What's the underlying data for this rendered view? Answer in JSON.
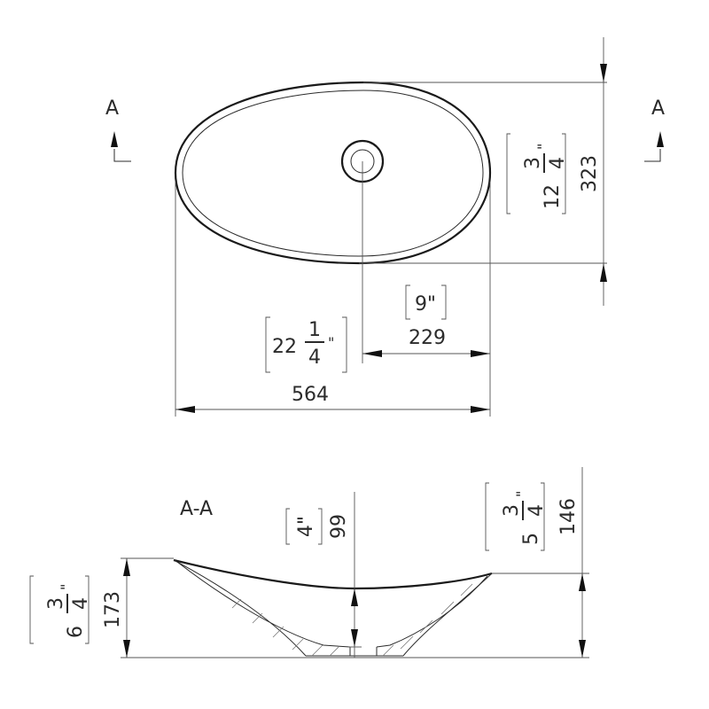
{
  "top_view": {
    "section_marker_left": "A",
    "section_marker_right": "A",
    "width_mm": "564",
    "width_in_whole": "22",
    "width_in_num": "1",
    "width_in_den": "4",
    "width_in_mark": "\"",
    "drain_offset_mm": "229",
    "drain_offset_in": "9\"",
    "depth_mm": "323",
    "depth_in_whole": "12",
    "depth_in_num": "3",
    "depth_in_den": "4",
    "depth_in_mark": "\""
  },
  "section_view": {
    "title": "A-A",
    "inner_depth_mm": "99",
    "inner_depth_in": "4\"",
    "height_right_mm": "146",
    "height_right_in_whole": "5",
    "height_right_in_num": "3",
    "height_right_in_den": "4",
    "height_right_in_mark": "\"",
    "height_left_mm": "173",
    "height_left_in_whole": "6",
    "height_left_in_num": "3",
    "height_left_in_den": "4",
    "height_left_in_mark": "\""
  }
}
